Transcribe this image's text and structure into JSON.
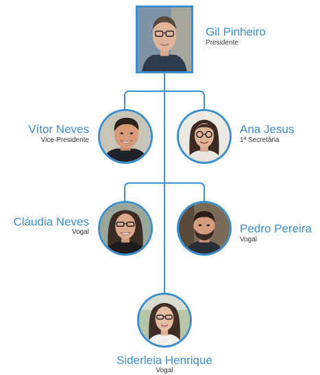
{
  "colors": {
    "accent": "#3a8fd0",
    "name_text": "#3a8fd0",
    "role_text": "#333333"
  },
  "members": [
    {
      "name": "Gil Pinheiro",
      "role": "Presidente",
      "portrait": "man-with-glasses-photo"
    },
    {
      "name": "Vítor Neves",
      "role": "Vice-Presidente",
      "portrait": "man-smiling-photo"
    },
    {
      "name": "Ana Jesus",
      "role": "1ª Secretária",
      "portrait": "woman-with-glasses-photo"
    },
    {
      "name": "Cláudia Neves",
      "role": "Vogal",
      "portrait": "woman-with-glasses-photo"
    },
    {
      "name": "Pedro Pereira",
      "role": "Vogal",
      "portrait": "bearded-man-photo"
    },
    {
      "name": "Siderleia Henrique",
      "role": "Vogal",
      "portrait": "woman-with-glasses-photo"
    }
  ]
}
